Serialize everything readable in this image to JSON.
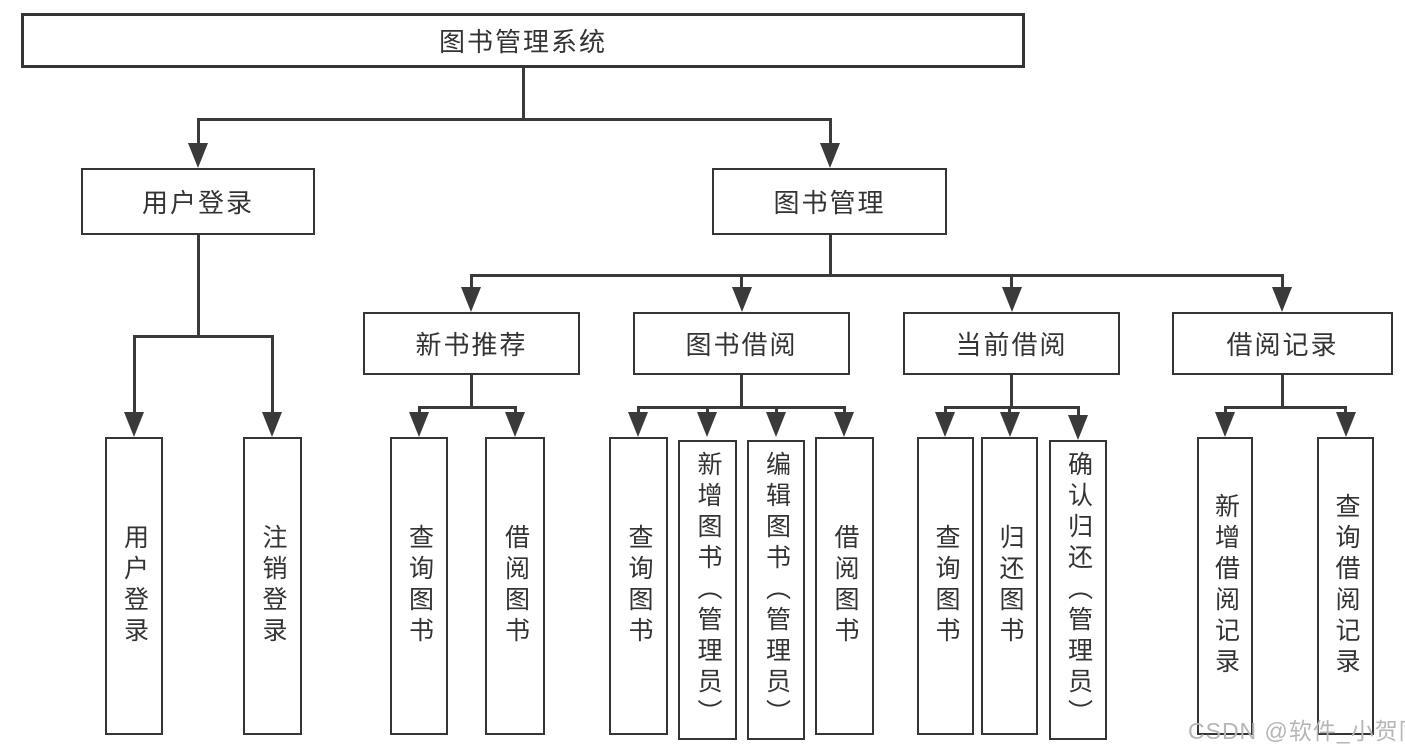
{
  "diagram": {
    "root": {
      "label": "图书管理系统"
    },
    "branches": [
      {
        "label": "用户登录",
        "children": [
          {
            "label": "用户登录"
          },
          {
            "label": "注销登录"
          }
        ]
      },
      {
        "label": "图书管理",
        "children": [
          {
            "label": "新书推荐",
            "children": [
              {
                "label": "查询图书"
              },
              {
                "label": "借阅图书"
              }
            ]
          },
          {
            "label": "图书借阅",
            "children": [
              {
                "label": "查询图书"
              },
              {
                "label": "新增图书（管理员）"
              },
              {
                "label": "编辑图书（管理员）"
              },
              {
                "label": "借阅图书"
              }
            ]
          },
          {
            "label": "当前借阅",
            "children": [
              {
                "label": "查询图书"
              },
              {
                "label": "归还图书"
              },
              {
                "label": "确认归还（管理员）"
              }
            ]
          },
          {
            "label": "借阅记录",
            "children": [
              {
                "label": "新增借阅记录"
              },
              {
                "label": "查询借阅记录"
              }
            ]
          }
        ]
      }
    ]
  },
  "watermark": {
    "text": "CSDN @软件_小贺同学"
  },
  "colors": {
    "line": "#3a3a3a",
    "box_border": "#353535",
    "text": "#333333",
    "background": "#ffffff",
    "watermark": "#b6b6b6"
  }
}
